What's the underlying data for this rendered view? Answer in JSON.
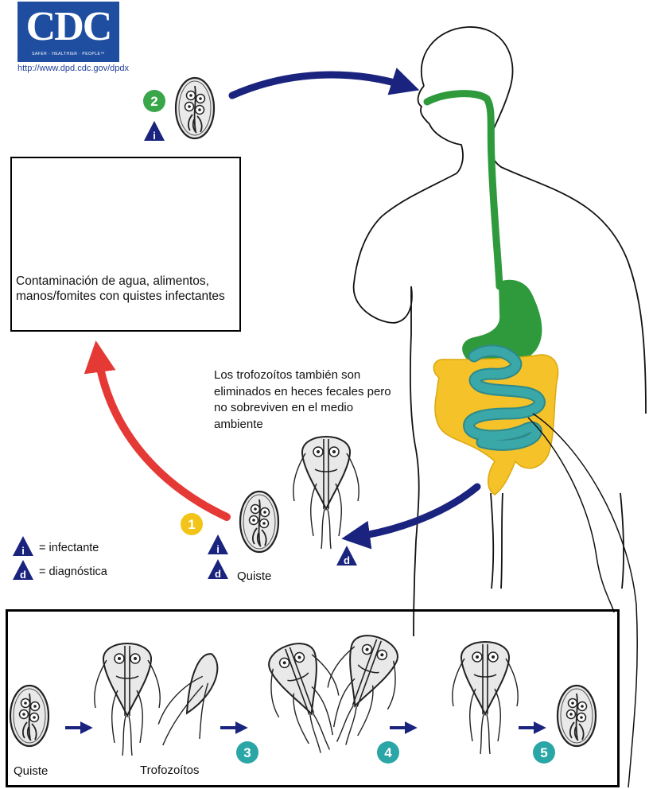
{
  "logo": {
    "text": "CDC",
    "tagline": "SAFER · HEALTHIER · PEOPLE™",
    "url": "http://www.dpd.cdc.gov/dpdx"
  },
  "contamination_text": "Contaminación de agua, alimentos, manos/fomites con quistes infectantes",
  "trophozoite_note": "Los trofozoítos también son eliminados en heces fecales pero no sobreviven en el medio ambiente",
  "steps": {
    "s1": "1",
    "s2": "2",
    "s3": "3",
    "s4": "4",
    "s5": "5"
  },
  "marks": {
    "infective": "i",
    "diagnostic": "d"
  },
  "legend": {
    "infective_label": "= infectante",
    "diagnostic_label": "= diagnóstica"
  },
  "labels": {
    "quiste_main": "Quiste",
    "quiste_bottom": "Quiste",
    "trofozoitos": "Trofozoítos"
  },
  "colors": {
    "step_green": "#3aa64a",
    "step_yellow": "#f2c418",
    "step_teal": "#2aa6a6",
    "arrow_navy": "#1a237e",
    "arrow_red": "#e53935",
    "esophagus_green": "#2e9a3c",
    "colon_yellow": "#f5c22a",
    "intestine_teal": "#3aa7a8",
    "cdc_blue": "#1f4ea1"
  }
}
